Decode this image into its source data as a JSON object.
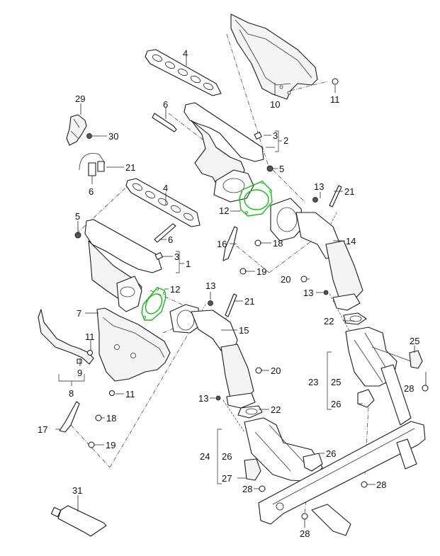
{
  "diagram": {
    "title": "Exhaust manifold and catalytic converter exploded parts diagram",
    "highlight_color": "#1fb41f",
    "highlighted_part": "12",
    "callouts": [
      {
        "id": "c1",
        "label": "1"
      },
      {
        "id": "c2",
        "label": "2"
      },
      {
        "id": "c3a",
        "label": "3"
      },
      {
        "id": "c3b",
        "label": "3"
      },
      {
        "id": "c4a",
        "label": "4"
      },
      {
        "id": "c4b",
        "label": "4"
      },
      {
        "id": "c5a",
        "label": "5"
      },
      {
        "id": "c5b",
        "label": "5"
      },
      {
        "id": "c6a",
        "label": "6"
      },
      {
        "id": "c6b",
        "label": "6"
      },
      {
        "id": "c6c",
        "label": "6"
      },
      {
        "id": "c7",
        "label": "7"
      },
      {
        "id": "c8",
        "label": "8"
      },
      {
        "id": "c9",
        "label": "9"
      },
      {
        "id": "c10",
        "label": "10"
      },
      {
        "id": "c11a",
        "label": "11"
      },
      {
        "id": "c11b",
        "label": "11"
      },
      {
        "id": "c11c",
        "label": "11"
      },
      {
        "id": "c12a",
        "label": "12"
      },
      {
        "id": "c12b",
        "label": "12"
      },
      {
        "id": "c13a",
        "label": "13"
      },
      {
        "id": "c13b",
        "label": "13"
      },
      {
        "id": "c13c",
        "label": "13"
      },
      {
        "id": "c13d",
        "label": "13"
      },
      {
        "id": "c14",
        "label": "14"
      },
      {
        "id": "c15",
        "label": "15"
      },
      {
        "id": "c16",
        "label": "16"
      },
      {
        "id": "c17",
        "label": "17"
      },
      {
        "id": "c18a",
        "label": "18"
      },
      {
        "id": "c18b",
        "label": "18"
      },
      {
        "id": "c19a",
        "label": "19"
      },
      {
        "id": "c19b",
        "label": "19"
      },
      {
        "id": "c20a",
        "label": "20"
      },
      {
        "id": "c20b",
        "label": "20"
      },
      {
        "id": "c21a",
        "label": "21"
      },
      {
        "id": "c21b",
        "label": "21"
      },
      {
        "id": "c21c",
        "label": "21"
      },
      {
        "id": "c22a",
        "label": "22"
      },
      {
        "id": "c22b",
        "label": "22"
      },
      {
        "id": "c23",
        "label": "23"
      },
      {
        "id": "c24",
        "label": "24"
      },
      {
        "id": "c25a",
        "label": "25"
      },
      {
        "id": "c25b",
        "label": "25"
      },
      {
        "id": "c26a",
        "label": "26"
      },
      {
        "id": "c26b",
        "label": "26"
      },
      {
        "id": "c26c",
        "label": "26"
      },
      {
        "id": "c27",
        "label": "27"
      },
      {
        "id": "c28a",
        "label": "28"
      },
      {
        "id": "c28b",
        "label": "28"
      },
      {
        "id": "c28c",
        "label": "28"
      },
      {
        "id": "c28d",
        "label": "28"
      },
      {
        "id": "c29",
        "label": "29"
      },
      {
        "id": "c30",
        "label": "30"
      },
      {
        "id": "c31",
        "label": "31"
      }
    ]
  }
}
